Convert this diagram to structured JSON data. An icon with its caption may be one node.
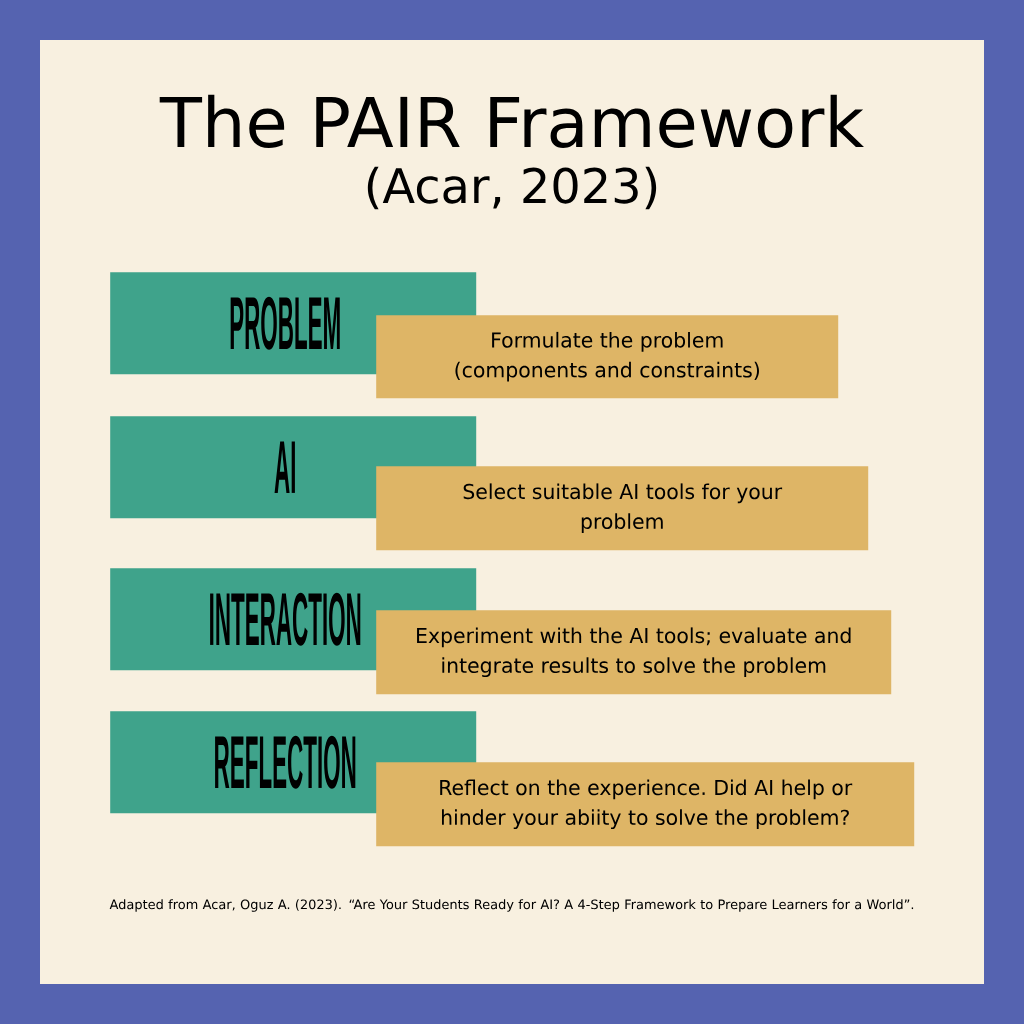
{
  "diagram": {
    "title": "The PAIR Framework",
    "nodes": [
      {
        "text": [
          "PROBLEM"
        ]
      },
      {
        "text": [
          "Formulate the problem (components and constraints)"
        ]
      },
      {
        "text": [
          "AI"
        ]
      },
      {
        "text": [
          "Select suitable AI tools for your problem"
        ]
      },
      {
        "text": [
          "INTERACTION"
        ]
      },
      {
        "text": [
          "Experiment with the AI tools; evaluate and integrate results to solve the problem"
        ]
      },
      {
        "text": [
          "REFLECTION"
        ]
      },
      {
        "text": [
          "Reflect on the experience. Did AI help or hinder your abiity to solve the problem?"
        ]
      }
    ],
    "labels": [
      "(Acar, 2023)"
    ],
    "caption": "Adapted from Acar, Oguz A. (2023). “Are Your Students Ready for AI? A 4-Step Framework to Prepare Learners for a World”."
  }
}
